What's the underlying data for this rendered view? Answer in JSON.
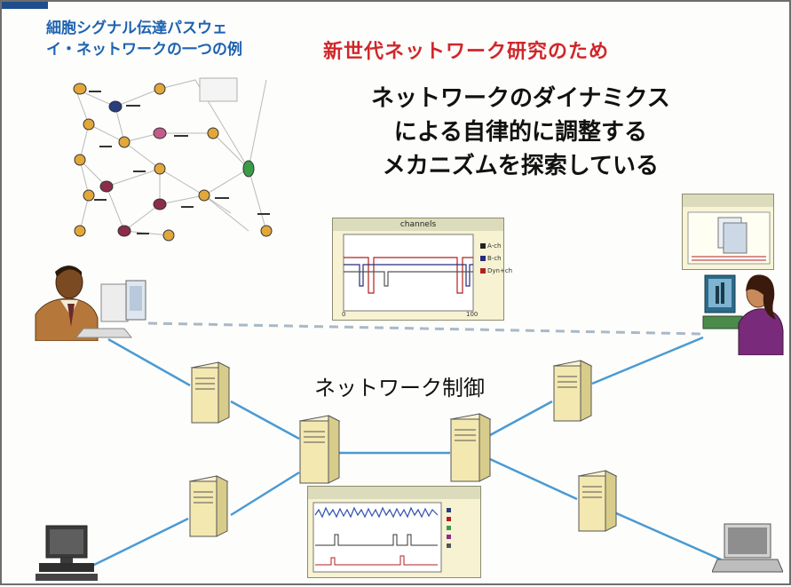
{
  "pathway_caption": [
    "細胞シグナル伝達パスウェ",
    "イ・ネットワークの一つの例"
  ],
  "research_title": "新世代ネットワーク研究のため",
  "dynamics_text": [
    "ネットワークのダイナミクス",
    "による自律的に調整する",
    "メカニズムを探索している"
  ],
  "network_control_label": "ネットワーク制御",
  "channels_window": {
    "title": "channels",
    "legend": [
      "A-ch",
      "B-ch",
      "Dyn+ch"
    ],
    "x_start": "0",
    "x_end": "100"
  },
  "colors": {
    "caption_blue": "#1d62b0",
    "title_red": "#d0262a",
    "link_blue": "#4a9ad4",
    "dashed_link": "#a9b9c6",
    "server_fill": "#f3e8b0"
  }
}
